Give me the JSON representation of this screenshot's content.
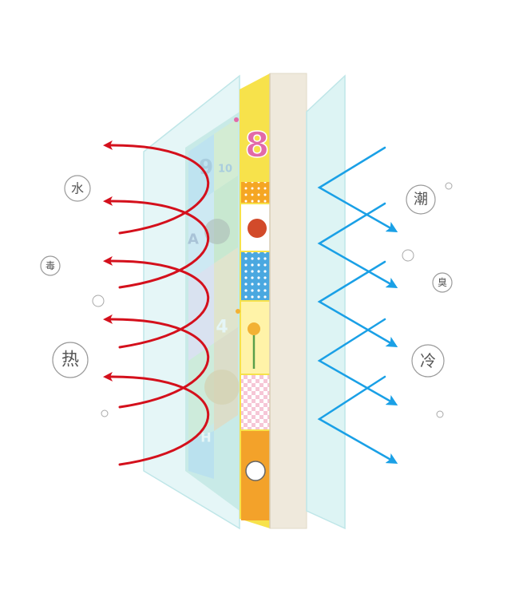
{
  "left_labels": {
    "water": "水",
    "toxin": "毒",
    "heat": "热"
  },
  "right_labels": {
    "moisture": "潮",
    "odor": "臭",
    "cold": "冷"
  },
  "mat_tiles": {
    "number_top": "8",
    "back_number_1": "9",
    "back_number_2": "10",
    "back_number_3": "4",
    "back_letter_a": "A",
    "back_letter_h": "H"
  },
  "colors": {
    "arrow_red": "#d4101c",
    "arrow_blue": "#1aa0e6",
    "glass": "#cfeff0",
    "foam": "#efe9dc",
    "label_circle": "#9a9a9a"
  }
}
